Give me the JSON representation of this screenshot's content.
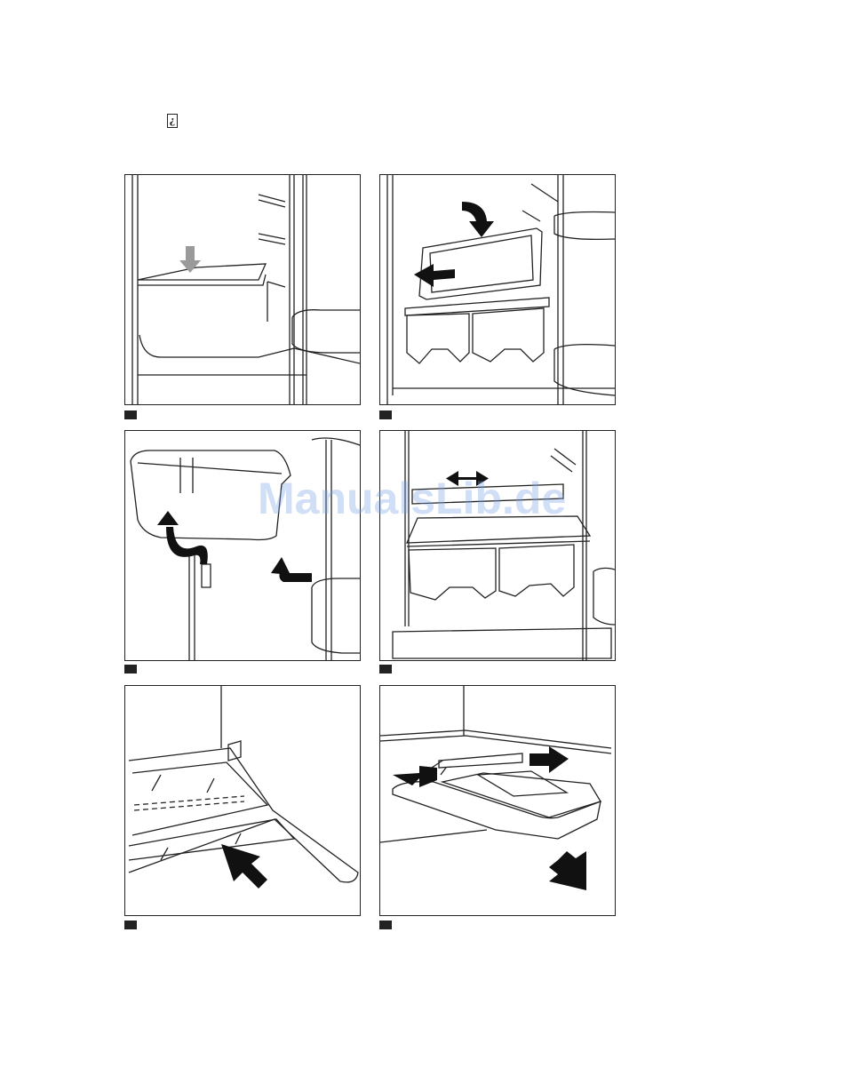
{
  "page": {
    "info_icon": "info-icon",
    "watermark": "ManualsLib.de"
  },
  "figures": [
    {
      "id": "fig-1",
      "marker": "black-square",
      "caption": ""
    },
    {
      "id": "fig-2",
      "marker": "black-square",
      "caption": ""
    },
    {
      "id": "fig-3",
      "marker": "black-square",
      "caption": ""
    },
    {
      "id": "fig-4",
      "marker": "black-square",
      "caption": ""
    },
    {
      "id": "fig-5",
      "marker": "black-square",
      "caption": ""
    },
    {
      "id": "fig-6",
      "marker": "black-square",
      "caption": ""
    }
  ],
  "colors": {
    "ink": "#222222",
    "arrow": "#111111",
    "arrow_gray": "#999999",
    "watermark": "#78A0E6"
  }
}
